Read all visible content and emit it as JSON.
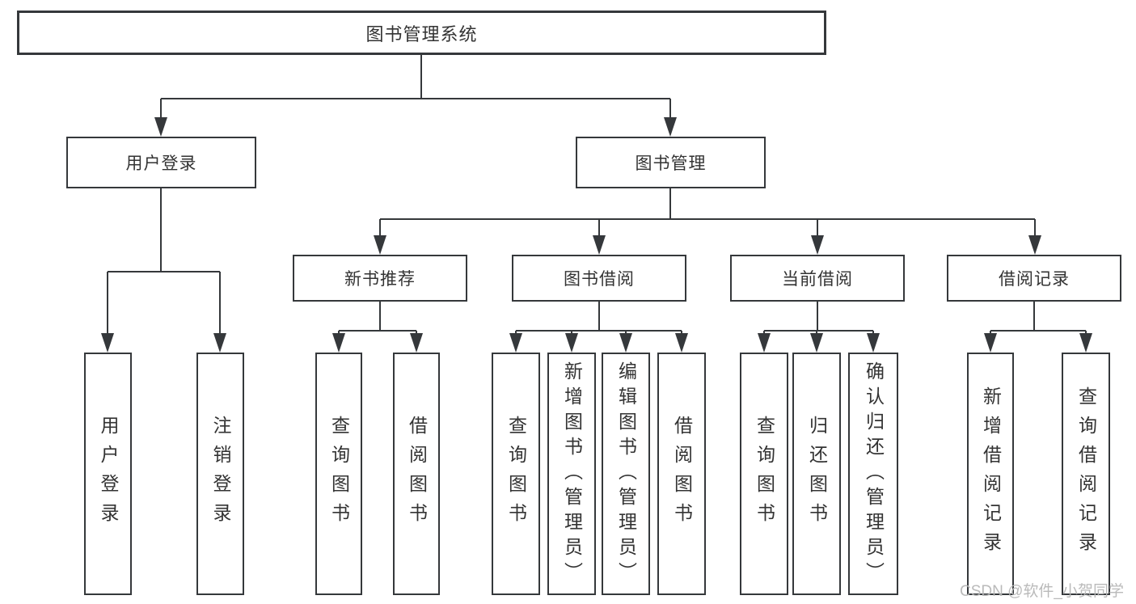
{
  "root": {
    "label": "图书管理系统"
  },
  "branches": [
    {
      "label": "用户登录",
      "children": [
        {
          "label": "用户登录"
        },
        {
          "label": "注销登录"
        }
      ]
    },
    {
      "label": "图书管理",
      "children": [
        {
          "label": "新书推荐",
          "children": [
            {
              "label": "查询图书"
            },
            {
              "label": "借阅图书"
            }
          ]
        },
        {
          "label": "图书借阅",
          "children": [
            {
              "label": "查询图书"
            },
            {
              "label": "新增图书（管理员）"
            },
            {
              "label": "编辑图书（管理员）"
            },
            {
              "label": "借阅图书"
            }
          ]
        },
        {
          "label": "当前借阅",
          "children": [
            {
              "label": "查询图书"
            },
            {
              "label": "归还图书"
            },
            {
              "label": "确认归还（管理员）"
            }
          ]
        },
        {
          "label": "借阅记录",
          "children": [
            {
              "label": "新增借阅记录"
            },
            {
              "label": "查询借阅记录"
            }
          ]
        }
      ]
    }
  ],
  "watermark": "CSDN @软件_小贺同学",
  "colors": {
    "line": "#35383b",
    "text": "#333333",
    "box_background": "#ffffff",
    "watermark": "#b6b6b6"
  }
}
